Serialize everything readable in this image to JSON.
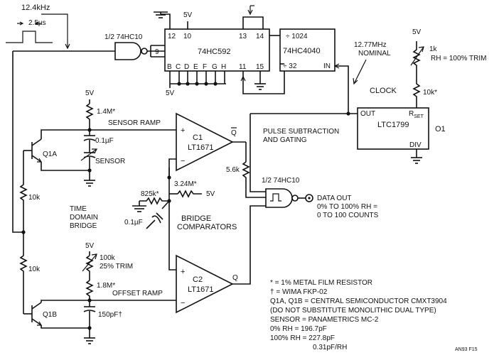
{
  "signal": {
    "freq": "12.4kHz",
    "width": "2.5µs"
  },
  "chips": {
    "gate_in_label": "1/2 74HC10",
    "gate_in_pin": "9",
    "u592_name": "74HC592",
    "u592_pins": [
      "12",
      "10",
      "13",
      "14",
      "B",
      "C",
      "D",
      "E",
      "F",
      "G",
      "H",
      "11",
      "15"
    ],
    "u592_vcc": "5V",
    "u592_gnd_label": "5V",
    "u4040_name": "74HC4040",
    "u4040_div1024": "÷ 1024",
    "u4040_div32": "÷ 32",
    "u4040_in": "IN",
    "clock_freq": "12.77MHz",
    "clock_nominal": "NOMINAL",
    "clock_label": "CLOCK",
    "ltc_name": "LTC1799",
    "ltc_out": "OUT",
    "ltc_rset": "R",
    "ltc_rset_sub": "SET",
    "ltc_o1": "O1",
    "ltc_div": "DIV",
    "rset_vcc": "5V",
    "rset_trim": "1k",
    "rset_trim_note": "RH = 100% TRIM",
    "rset_fixed": "10k*",
    "c1_name": "C1",
    "c1_part": "LT1671",
    "c2_name": "C2",
    "c2_part": "LT1671",
    "comp_q": "Q",
    "comp_plus": "+",
    "comp_minus": "−",
    "bridge_comparators": [
      "BRIDGE",
      "COMPARATORS"
    ],
    "gate_out_label": "1/2 74HC10",
    "data_out": "DATA OUT",
    "data_out_2": "0% TO 100% RH =",
    "data_out_3": "0 TO 100 COUNTS",
    "pulse_label": [
      "PULSE SUBTRACTION",
      "AND GATING"
    ]
  },
  "components": {
    "sensor_vcc": "5V",
    "r_sensor": "1.4M*",
    "sensor_ramp": "SENSOR RAMP",
    "c_sensor_ref": "0.1µF",
    "sensor": "SENSOR",
    "q1a": "Q1A",
    "r10k_a": "10k",
    "r10k_b": "10k",
    "time_domain": [
      "TIME",
      "DOMAIN",
      "BRIDGE"
    ],
    "r5k6": "5.6k",
    "r825k": "825k*",
    "r324m": "3.24M*",
    "r324m_vcc": "5V",
    "c01uf_mid": "0.1µF",
    "offset_vcc": "5V",
    "r100k_trim": "100k",
    "r100k_trim_note": "25% TRIM",
    "r18m": "1.8M*",
    "offset_ramp": "OFFSET RAMP",
    "c150pf": "150pF†",
    "q1b": "Q1B"
  },
  "notes": [
    "*  = 1% METAL FILM RESISTOR",
    "†  = WIMA FKP-02",
    "Q1A, Q1B = CENTRAL SEMICONDUCTOR CMXT3904",
    "(DO NOT SUBSTITUTE MONOLITHIC DUAL TYPE)",
    "SENSOR = PANAMETRICS MC-2",
    "0% RH = 196.7pF",
    "100% RH = 227.8pF",
    "0.31pF/RH"
  ],
  "figure_id": "AN93 F15"
}
